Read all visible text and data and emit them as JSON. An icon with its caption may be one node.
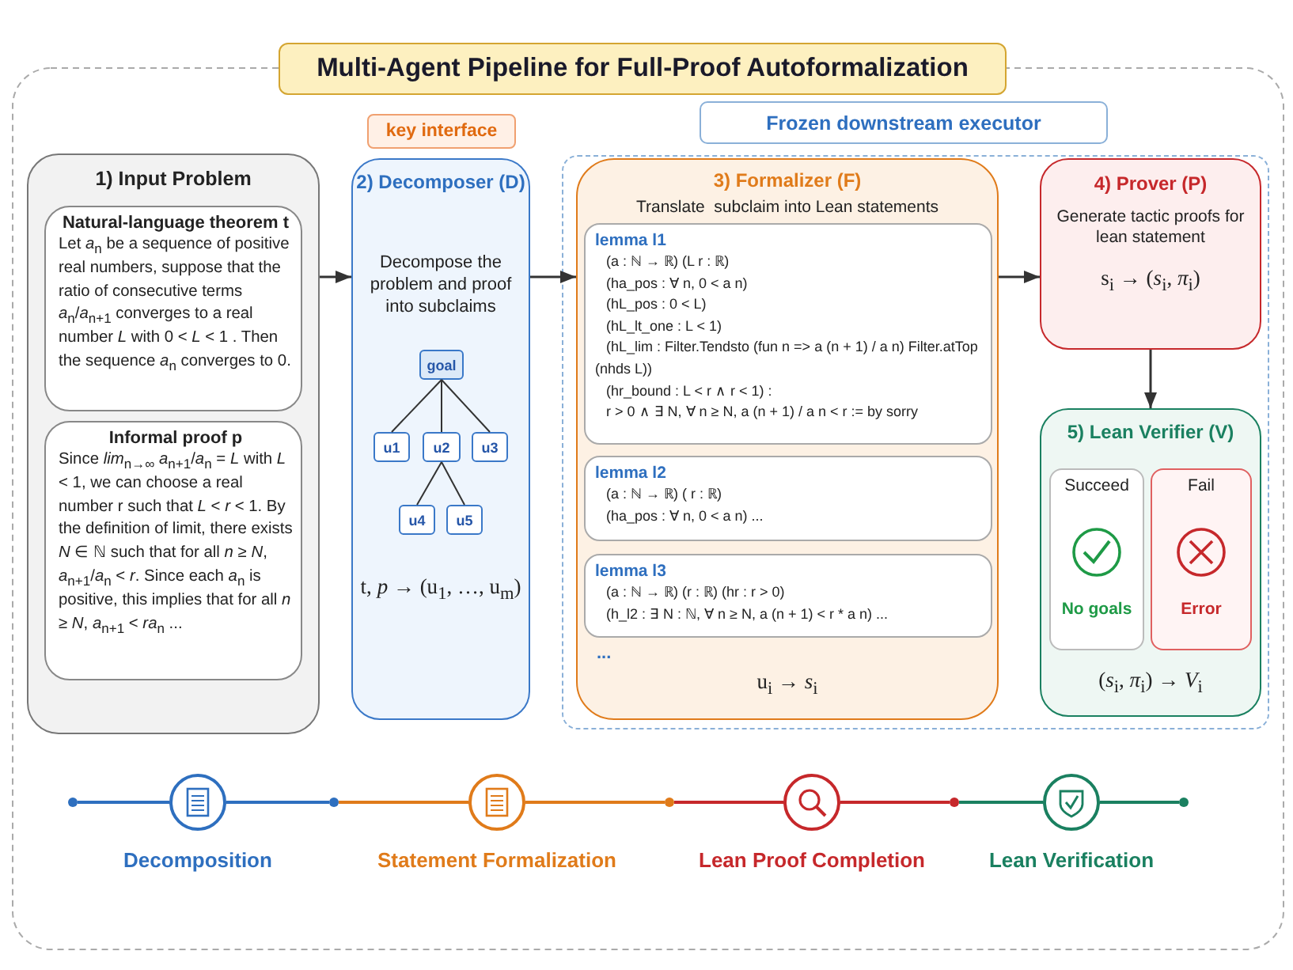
{
  "diagram": {
    "title": "Multi-Agent Pipeline for Full-Proof Autoformalization",
    "nodes": [
      {
        "text": [
          "1) Input Problem"
        ]
      },
      {
        "text": [
          "Natural-language theorem t",
          "Let *a*$_{n}$ be a sequence of positive real numbers, suppose that the ratio of consecutive terms *a*$_{n}$/*a*$_{n+1}$ converges to a real number *L* with 0 < *L* < 1 . Then the sequence *a*$_{n}$ converges to 0."
        ],
        "in": 0
      },
      {
        "text": [
          "Informal proof p",
          "Since *lim*$_{n→∞}$ *a*$_{n+1}$/*a*$_{n}$ = *L* with *L* < 1, we can choose a real number r such that *L* < *r* < 1. By the definition of limit, there exists *N* ∈ ℕ such that for all *n* ≥ *N*, *a*$_{n+1}$/*a*$_{n}$ < *r*. Since each *a*$_{n}$ is positive, this implies that for all *n* ≥ *N*, *a*$_{n+1}$ < *ra*$_{n}$ ..."
        ],
        "in": 0
      },
      {
        "text": [
          "key interface"
        ]
      },
      {
        "text": [
          "2) Decomposer (D)",
          "Decompose the problem and proof into subclaims",
          "t, *p* → (u$_{1}$, …, u$_{m}$)"
        ]
      },
      {
        "text": [
          "goal"
        ],
        "in": 4
      },
      {
        "text": [
          "u1"
        ],
        "in": 4
      },
      {
        "text": [
          "u2"
        ],
        "in": 4
      },
      {
        "text": [
          "u3"
        ],
        "in": 4
      },
      {
        "text": [
          "u4"
        ],
        "in": 4
      },
      {
        "text": [
          "u5"
        ],
        "in": 4
      },
      {
        "text": [
          "Frozen downstream executor"
        ]
      },
      {
        "text": [],
        "shape": "box"
      },
      {
        "text": [
          "3) Formalizer (F)",
          "Translate  subclaim into Lean statements",
          "...",
          "u$_{i}$ → *s*$_{i}$"
        ],
        "in": 12
      },
      {
        "text": [
          "lemma l1",
          "(a : ℕ → ℝ) (L r : ℝ)",
          "(ha_pos : ∀ n, 0 < a n)",
          "(hL_pos : 0 < L)",
          "(hL_lt_one : L < 1)",
          "(hL_lim : Filter.Tendsto (fun n => a (n + 1) / a n) Filter.atTop (nhds L))",
          "(hr_bound : L < r ∧ r < 1) :",
          "r > 0 ∧ ∃ N, ∀ n ≥ N, a (n + 1) / a n < r := by sorry"
        ],
        "in": 13
      },
      {
        "text": [
          "lemma l2",
          "(a : ℕ → ℝ) ( r : ℝ)",
          "(ha_pos : ∀ n, 0 < a n) ..."
        ],
        "in": 13
      },
      {
        "text": [
          "lemma l3",
          "(a : ℕ → ℝ) (r : ℝ) (hr : r > 0)",
          "(h_l2 : ∃ N : ℕ, ∀ n ≥ N, a (n + 1) < r * a n) ..."
        ],
        "in": 13
      },
      {
        "text": [
          "4) Prover (P)",
          "Generate tactic proofs for lean statement",
          "s$_{i}$ → (*s*$_{i}$, *π*$_{i}$)"
        ],
        "in": 12
      },
      {
        "text": [
          "5) Lean Verifier (V)",
          "(*s*$_{i}$, *π*$_{i}$) → *V*$_{i}$"
        ],
        "in": 12
      },
      {
        "text": [
          "Succeed",
          "No goals"
        ],
        "in": 18
      },
      {
        "text": [
          "Fail",
          "Error"
        ],
        "in": 18
      },
      {
        "text": [],
        "shape": "circle"
      },
      {
        "text": [],
        "shape": "circle",
        "beside": [
          "Decomposition"
        ]
      },
      {
        "text": [],
        "shape": "circle"
      },
      {
        "text": [],
        "shape": "circle",
        "beside": [
          "Statement Formalization"
        ]
      },
      {
        "text": [],
        "shape": "circle"
      },
      {
        "text": [],
        "shape": "circle",
        "beside": [
          "Lean Proof Completion"
        ]
      },
      {
        "text": [],
        "shape": "circle"
      },
      {
        "text": [],
        "shape": "circle",
        "beside": [
          "Lean Verification"
        ]
      },
      {
        "text": [],
        "shape": "circle"
      }
    ],
    "edges": [
      {
        "from": 0,
        "to": 4,
        "arrow": "to"
      },
      {
        "from": 4,
        "to": 13,
        "arrow": "to"
      },
      {
        "from": 13,
        "to": 17,
        "arrow": "to"
      },
      {
        "from": 17,
        "to": 18,
        "arrow": "to"
      },
      {
        "from": 5,
        "to": 6,
        "arrow": "none"
      },
      {
        "from": 5,
        "to": 7,
        "arrow": "none"
      },
      {
        "from": 5,
        "to": 8,
        "arrow": "none"
      },
      {
        "from": 7,
        "to": 9,
        "arrow": "none"
      },
      {
        "from": 7,
        "to": 10,
        "arrow": "none"
      },
      {
        "from": 21,
        "to": 22,
        "arrow": "none",
        "color": "#2e6fbf"
      },
      {
        "from": 22,
        "to": 23,
        "arrow": "none",
        "color": "#2e6fbf"
      },
      {
        "from": 23,
        "to": 24,
        "arrow": "none",
        "color": "#e07b1a"
      },
      {
        "from": 24,
        "to": 25,
        "arrow": "none",
        "color": "#e07b1a"
      },
      {
        "from": 25,
        "to": 26,
        "arrow": "none",
        "color": "#c6282b"
      },
      {
        "from": 26,
        "to": 27,
        "arrow": "none",
        "color": "#c6282b"
      },
      {
        "from": 27,
        "to": 28,
        "arrow": "none",
        "color": "#1a8060"
      },
      {
        "from": 28,
        "to": 29,
        "arrow": "none",
        "color": "#1a8060"
      }
    ]
  }
}
